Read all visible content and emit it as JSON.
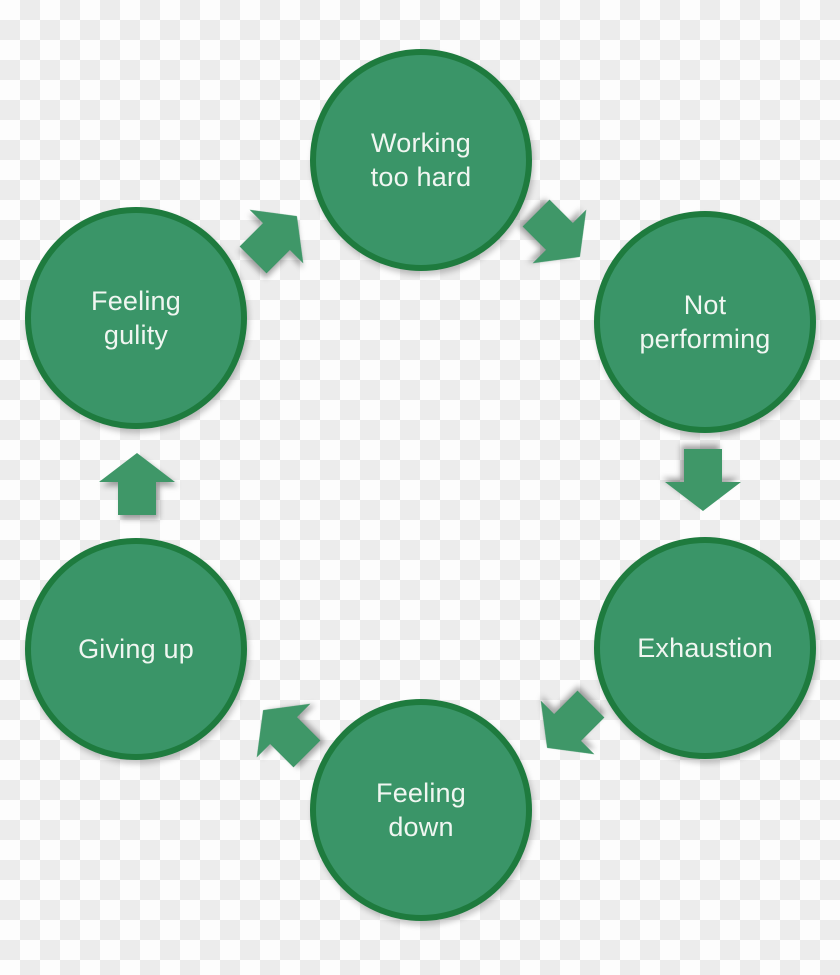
{
  "diagram": {
    "type": "cycle",
    "description": "Six-stage burnout cycle diagram on a transparency checkerboard background",
    "direction": "clockwise",
    "colors": {
      "node_fill": "#3a9568",
      "node_border": "#1e7b3e",
      "arrow_fill": "#3f9768",
      "label_text": "#f0f6f1",
      "checker_light": "#fdfdfd",
      "checker_dark": "#ececec"
    },
    "nodes": [
      {
        "id": "working-too-hard",
        "label": "Working\ntoo hard"
      },
      {
        "id": "not-performing",
        "label": "Not\nperforming"
      },
      {
        "id": "exhaustion",
        "label": "Exhaustion"
      },
      {
        "id": "feeling-down",
        "label": "Feeling\ndown"
      },
      {
        "id": "giving-up",
        "label": "Giving up"
      },
      {
        "id": "feeling-gulity",
        "label": "Feeling\ngulity"
      }
    ],
    "arrows": [
      {
        "from": "working-too-hard",
        "to": "not-performing",
        "direction": "down-right"
      },
      {
        "from": "not-performing",
        "to": "exhaustion",
        "direction": "down"
      },
      {
        "from": "exhaustion",
        "to": "feeling-down",
        "direction": "down-left"
      },
      {
        "from": "feeling-down",
        "to": "giving-up",
        "direction": "up-left"
      },
      {
        "from": "giving-up",
        "to": "feeling-gulity",
        "direction": "up"
      },
      {
        "from": "feeling-gulity",
        "to": "working-too-hard",
        "direction": "up-right"
      }
    ]
  }
}
